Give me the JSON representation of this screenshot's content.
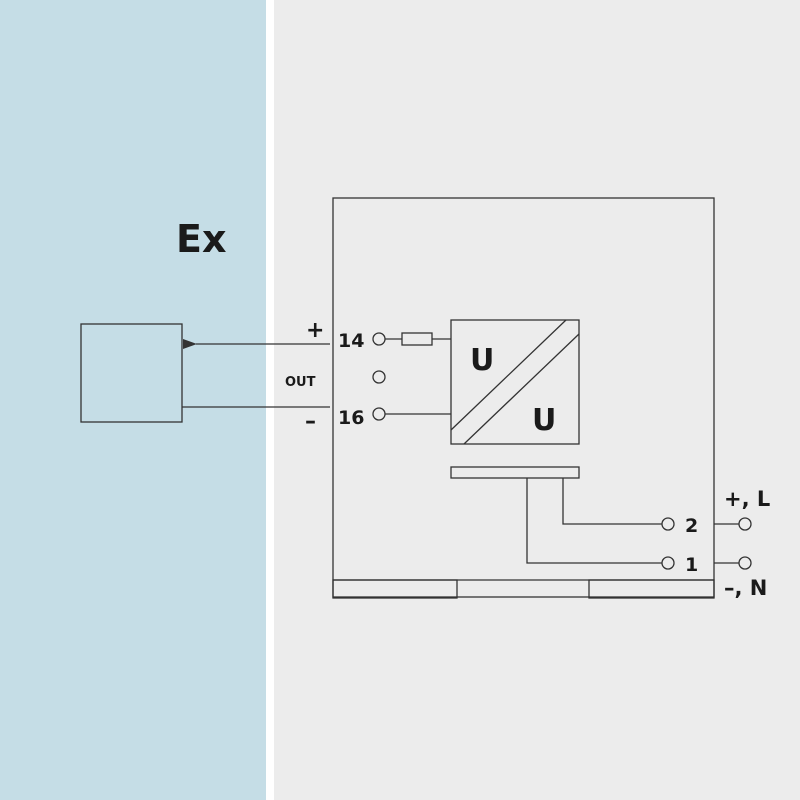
{
  "zone": {
    "hazardous_label": "Ex",
    "hazardous_color": "#c5dde6",
    "safe_color": "#ececec",
    "divider_color": "#ffffff"
  },
  "output": {
    "label": "OUT",
    "plus_sign": "+",
    "minus_sign": "–",
    "terminal_plus": "14",
    "terminal_minus": "16"
  },
  "converter": {
    "input_symbol": "U",
    "output_symbol": "U"
  },
  "supply": {
    "terminal_2": "2",
    "terminal_1": "1",
    "positive_label": "+, L",
    "negative_label": "–, N"
  },
  "line_color": "#333333"
}
